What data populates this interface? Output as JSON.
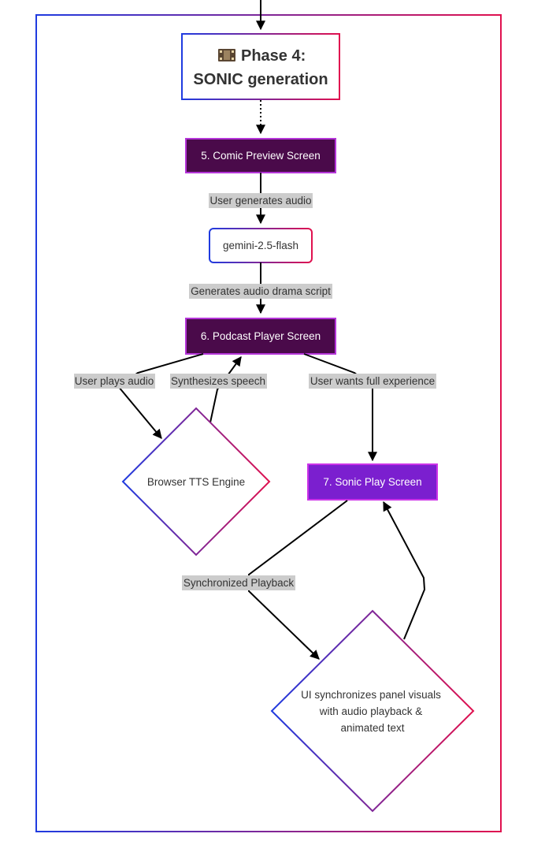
{
  "colors": {
    "gradient_start": "#1f3be0",
    "gradient_end": "#e0114f",
    "dark_node": "#4a0a4a",
    "dark_node_border": "#b535d9",
    "sonic_node": "#7b1fcf",
    "sonic_node_border": "#cc33e8",
    "edge": "#000000",
    "label_bg": "#cccccc",
    "text": "#333333"
  },
  "nodes": {
    "phase": {
      "icon": "film-frames-icon",
      "line1": "Phase 4:",
      "line2": "SONIC generation"
    },
    "comic_preview": {
      "label": "5. Comic Preview Screen"
    },
    "gemini": {
      "label": "gemini-2.5-flash"
    },
    "podcast_player": {
      "label": "6. Podcast Player Screen"
    },
    "tts_engine": {
      "label": "Browser TTS Engine"
    },
    "sonic_play": {
      "label": "7. Sonic Play Screen"
    },
    "ui_sync": {
      "line1": "UI synchronizes panel visuals",
      "line2": "with audio playback &",
      "line3": "animated text"
    }
  },
  "edges": {
    "generates_audio": "User generates audio",
    "audio_script": "Generates audio drama script",
    "plays_audio": "User plays audio",
    "synth_speech": "Synthesizes speech",
    "full_experience": "User wants full experience",
    "sync_playback": "Synchronized Playback"
  }
}
